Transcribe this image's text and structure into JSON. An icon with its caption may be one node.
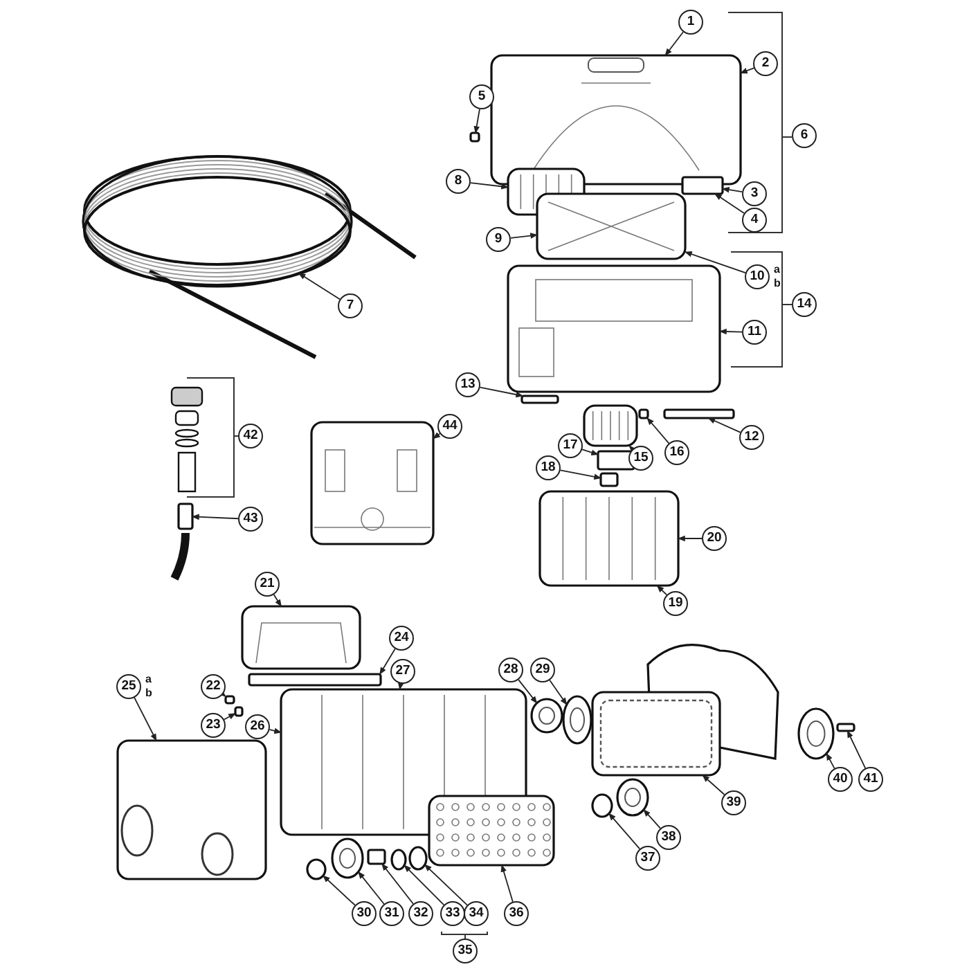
{
  "diagram": {
    "nodes": [
      {
        "text": [
          "1"
        ]
      },
      {
        "text": [
          "2"
        ]
      },
      {
        "text": [
          "3"
        ]
      },
      {
        "text": [
          "4"
        ]
      },
      {
        "text": [
          "5"
        ]
      },
      {
        "text": [
          "6"
        ]
      },
      {
        "text": [
          "7"
        ]
      },
      {
        "text": [
          "8"
        ]
      },
      {
        "text": [
          "9"
        ]
      },
      {
        "text": [
          "10"
        ],
        "beside": [
          "a",
          "b"
        ]
      },
      {
        "text": [
          "11"
        ]
      },
      {
        "text": [
          "12"
        ]
      },
      {
        "text": [
          "13"
        ]
      },
      {
        "text": [
          "14"
        ]
      },
      {
        "text": [
          "15"
        ]
      },
      {
        "text": [
          "16"
        ]
      },
      {
        "text": [
          "17"
        ]
      },
      {
        "text": [
          "18"
        ]
      },
      {
        "text": [
          "19"
        ]
      },
      {
        "text": [
          "20"
        ]
      },
      {
        "text": [
          "21"
        ]
      },
      {
        "text": [
          "22"
        ]
      },
      {
        "text": [
          "23"
        ]
      },
      {
        "text": [
          "24"
        ]
      },
      {
        "text": [
          "25"
        ],
        "beside": [
          "a",
          "b"
        ]
      },
      {
        "text": [
          "26"
        ]
      },
      {
        "text": [
          "27"
        ]
      },
      {
        "text": [
          "28"
        ]
      },
      {
        "text": [
          "29"
        ]
      },
      {
        "text": [
          "30"
        ]
      },
      {
        "text": [
          "31"
        ]
      },
      {
        "text": [
          "32"
        ]
      },
      {
        "text": [
          "33"
        ]
      },
      {
        "text": [
          "34"
        ]
      },
      {
        "text": [
          "35"
        ]
      },
      {
        "text": [
          "36"
        ]
      },
      {
        "text": [
          "37"
        ]
      },
      {
        "text": [
          "38"
        ]
      },
      {
        "text": [
          "39"
        ]
      },
      {
        "text": [
          "40"
        ]
      },
      {
        "text": [
          "41"
        ]
      },
      {
        "text": [
          "42"
        ]
      },
      {
        "text": [
          "43"
        ]
      },
      {
        "text": [
          "44"
        ]
      },
      {
        "text": [],
        "shape": "picture"
      },
      {
        "text": [],
        "shape": "box"
      },
      {
        "text": [],
        "shape": "box"
      },
      {
        "text": [],
        "shape": "picture"
      },
      {
        "text": [],
        "shape": "picture"
      },
      {
        "text": [],
        "shape": "picture"
      },
      {
        "text": [],
        "shape": "picture"
      },
      {
        "text": [],
        "shape": "box"
      },
      {
        "text": [],
        "shape": "box"
      },
      {
        "text": [],
        "shape": "picture"
      },
      {
        "text": [],
        "shape": "box"
      },
      {
        "text": [],
        "shape": "box"
      },
      {
        "text": [],
        "shape": "box"
      },
      {
        "text": [],
        "shape": "picture"
      },
      {
        "text": [],
        "shape": "picture"
      },
      {
        "text": [],
        "shape": "box"
      },
      {
        "text": [],
        "shape": "picture"
      },
      {
        "text": [],
        "shape": "box"
      },
      {
        "text": [],
        "shape": "box"
      },
      {
        "text": [],
        "shape": "box"
      },
      {
        "text": [],
        "shape": "picture"
      },
      {
        "text": [],
        "shape": "picture"
      },
      {
        "text": [],
        "shape": "picture"
      },
      {
        "text": [],
        "shape": "picture"
      },
      {
        "text": [],
        "shape": "circle"
      },
      {
        "text": [],
        "shape": "picture"
      },
      {
        "text": [],
        "shape": "box"
      },
      {
        "text": [],
        "shape": "circle"
      },
      {
        "text": [],
        "shape": "circle"
      },
      {
        "text": [],
        "shape": "picture"
      },
      {
        "text": [],
        "shape": "circle"
      },
      {
        "text": [],
        "shape": "picture"
      },
      {
        "text": [],
        "shape": "picture"
      },
      {
        "text": [],
        "shape": "picture"
      },
      {
        "text": [],
        "shape": "box"
      }
    ],
    "edges": [
      {
        "from": 0,
        "to": 44,
        "arrow": "to"
      },
      {
        "from": 1,
        "to": 44,
        "arrow": "to"
      },
      {
        "from": 2,
        "to": 45,
        "arrow": "to"
      },
      {
        "from": 3,
        "to": 45,
        "arrow": "to"
      },
      {
        "from": 4,
        "to": 46,
        "arrow": "to"
      },
      {
        "from": 6,
        "to": 47,
        "arrow": "to"
      },
      {
        "from": 7,
        "to": 48,
        "arrow": "to"
      },
      {
        "from": 8,
        "to": 49,
        "arrow": "to"
      },
      {
        "from": 9,
        "to": 49,
        "arrow": "to"
      },
      {
        "from": 10,
        "to": 50,
        "arrow": "to"
      },
      {
        "from": 11,
        "to": 51,
        "arrow": "to"
      },
      {
        "from": 12,
        "to": 52,
        "arrow": "to"
      },
      {
        "from": 14,
        "to": 53,
        "arrow": "to"
      },
      {
        "from": 15,
        "to": 54,
        "arrow": "to"
      },
      {
        "from": 16,
        "to": 55,
        "arrow": "to"
      },
      {
        "from": 17,
        "to": 56,
        "arrow": "to"
      },
      {
        "from": 18,
        "to": 57,
        "arrow": "to"
      },
      {
        "from": 19,
        "to": 57,
        "arrow": "to"
      },
      {
        "from": 20,
        "to": 60,
        "arrow": "to"
      },
      {
        "from": 21,
        "to": 61,
        "arrow": "to"
      },
      {
        "from": 22,
        "to": 62,
        "arrow": "to"
      },
      {
        "from": 23,
        "to": 63,
        "arrow": "to"
      },
      {
        "from": 24,
        "to": 64,
        "arrow": "to"
      },
      {
        "from": 25,
        "to": 65,
        "arrow": "to"
      },
      {
        "from": 26,
        "to": 65,
        "arrow": "to"
      },
      {
        "from": 27,
        "to": 66,
        "arrow": "to"
      },
      {
        "from": 28,
        "to": 67,
        "arrow": "to"
      },
      {
        "from": 29,
        "to": 68,
        "arrow": "to"
      },
      {
        "from": 30,
        "to": 69,
        "arrow": "to"
      },
      {
        "from": 31,
        "to": 70,
        "arrow": "to"
      },
      {
        "from": 32,
        "to": 71,
        "arrow": "to"
      },
      {
        "from": 33,
        "to": 72,
        "arrow": "to"
      },
      {
        "from": 35,
        "to": 73,
        "arrow": "to"
      },
      {
        "from": 36,
        "to": 74,
        "arrow": "to"
      },
      {
        "from": 37,
        "to": 75,
        "arrow": "to"
      },
      {
        "from": 38,
        "to": 76,
        "arrow": "to"
      },
      {
        "from": 39,
        "to": 77,
        "arrow": "to"
      },
      {
        "from": 40,
        "to": 78,
        "arrow": "to"
      },
      {
        "from": 42,
        "to": 59,
        "arrow": "to"
      },
      {
        "from": 43,
        "to": 58,
        "arrow": "to"
      }
    ]
  }
}
